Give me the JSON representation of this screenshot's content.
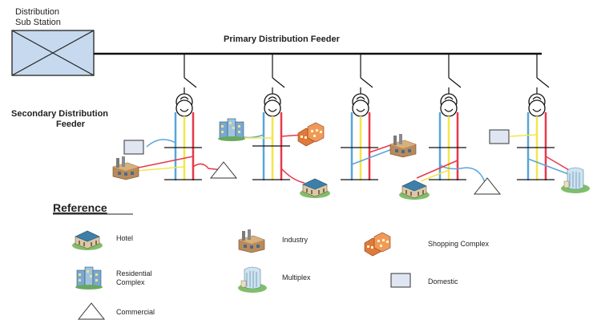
{
  "substation": {
    "label_line1": "Distribution",
    "label_line2": "Sub Station"
  },
  "primary_feeder": {
    "label": "Primary Distribution Feeder"
  },
  "secondary_feeder": {
    "label_line1": "Secondary Distribution",
    "label_line2": "Feeder"
  },
  "wire_colors": {
    "blue": "#5aa5d8",
    "yellow": "#f4e64a",
    "red": "#e8394a",
    "bus": "#111111"
  },
  "reference": {
    "title": "Reference",
    "items": [
      {
        "icon": "hotel-icon",
        "label": "Hotel"
      },
      {
        "icon": "industry-icon",
        "label": "Industry"
      },
      {
        "icon": "shopping-complex-icon",
        "label": "Shopping Complex"
      },
      {
        "icon": "residential-complex-icon",
        "label_line1": "Residential",
        "label_line2": "Complex"
      },
      {
        "icon": "multiplex-icon",
        "label": "Multiplex"
      },
      {
        "icon": "domestic-icon",
        "label": "Domestic"
      },
      {
        "icon": "commercial-icon",
        "label": "Commercial"
      }
    ]
  }
}
